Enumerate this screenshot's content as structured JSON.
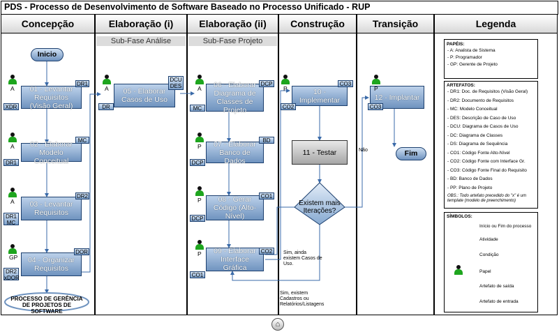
{
  "title": "PDS - Processo de Desenvolvimento de Software Baseado no Processo Unificado - RUP",
  "lanes": [
    "Concepção",
    "Elaboração (i)",
    "Elaboração (ii)",
    "Construção",
    "Transição",
    "Legenda"
  ],
  "subphases": [
    "Sub-Fase Análise",
    "Sub-Fase Projeto"
  ],
  "start": "Inicio",
  "end": "Fim",
  "activities": [
    "01 - Levantar Requisitos (Visão Geral)",
    "02 - Elaborar Modelo Conceitual",
    "03 - Levantar Requisitos",
    "04 - Organizar Requisitos",
    "05 - Elaborar Casos de Uso",
    "06 - Elaborar Diagrama de Classes de Projeto",
    "07 - Elaborar Banco de Dados",
    "08 - Gerar Código (Alto-Nível)",
    "09 - Elaborar Interface Gráfica",
    "10 - Implementar",
    "11 - Testar",
    "12 - Implantar"
  ],
  "condition": "Existem mais Iterações?",
  "roles": {
    "a": "A",
    "p": "P",
    "gp": "GP"
  },
  "artifacts": {
    "dr1": "DR1",
    "xdr": "XDR",
    "mc": "MC",
    "dr2": "DR2",
    "xdr_lower": "xDOR",
    "dor": "DOR",
    "dcu_des": "DCU DES",
    "dr": "DR",
    "dcp": "DCP",
    "bd": "BD",
    "co1": "CO1",
    "co2": "CO2",
    "co3": "CO3"
  },
  "labels": {
    "nao": "Não",
    "sim_casos": "Sim, ainda existem Casos de Uso.",
    "sim_cadastros": "Sim, existem Cadastros ou Relatórios/Listagens",
    "gerencia": "PROCESSO DE GERÊNCIA DE PROJETOS DE SOFTWARE"
  },
  "legend": {
    "papeis_title": "PAPÉIS:",
    "papeis": [
      "- A: Analista de Sistema",
      "- P: Programador",
      "- GP: Gerente de Projeto"
    ],
    "artefatos_title": "ARTEFATOS:",
    "artefatos": [
      "- DR1: Doc. de Requisitos (Visão Geral)",
      "- DR2: Documento de Requisitos",
      "- MC: Modelo Conceitual",
      "- DES: Descrição de Caso de Uso",
      "- DCU: Diagrama de Casos de Uso",
      "- DC: Diagrama de Classes",
      "- DS: Diagrama de Sequência",
      "- CO1: Código Fonte Alto-Nível",
      "- CO2: Código Fonte com Interface Gr.",
      "- CO3: Código Fonte Final do Requisito",
      "- BD: Banco de Dados",
      "- PP: Plano de Projeto"
    ],
    "obs": "OBS.: Todo artefato precedido do \"x\" é um template (modelo de preenchimento)",
    "simbolos_title": "SÍMBOLOS:",
    "simbolos": [
      "Início ou Fim do processo",
      "Atividade",
      "Condição",
      "Papel",
      "Artefato de saída",
      "Artefato de entrada"
    ]
  },
  "home_icon": "home-icon"
}
